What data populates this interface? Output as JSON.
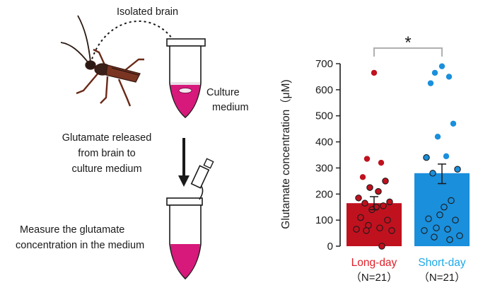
{
  "diagram": {
    "isolated_label": "Isolated brain",
    "culture_label_1": "Culture",
    "culture_label_2": "medium",
    "released_1": "Glutamate released",
    "released_2": "from brain to",
    "released_3": "culture medium",
    "measure_1": "Measure the glutamate",
    "measure_2": "concentration in the medium",
    "colors": {
      "medium": "#d6197a",
      "insect": "#7a3522",
      "arrow": "#1a1a1a"
    }
  },
  "chart_data": {
    "type": "bar",
    "ylabel": "Glutamate concentration（μM)",
    "ylim": [
      0,
      700
    ],
    "yticks": [
      0,
      100,
      200,
      300,
      400,
      500,
      600,
      700
    ],
    "significance": "*",
    "categories": [
      "Long-day",
      "Short-day"
    ],
    "n_labels": [
      "（N=21）",
      "（N=21）"
    ],
    "series": [
      {
        "category": "Long-day",
        "mean": 165,
        "sem_upper": 190,
        "sem_lower": 140,
        "color": "#c0111f",
        "label_color": "#e0202a",
        "points": [
          665,
          335,
          320,
          265,
          250,
          225,
          210,
          185,
          170,
          165,
          155,
          150,
          140,
          110,
          100,
          80,
          70,
          65,
          60,
          60,
          0
        ]
      },
      {
        "category": "Short-day",
        "mean": 280,
        "sem_upper": 315,
        "sem_lower": 240,
        "color": "#1a8fdc",
        "label_color": "#1ea8e6",
        "points": [
          690,
          665,
          650,
          625,
          470,
          420,
          345,
          340,
          295,
          280,
          175,
          150,
          120,
          105,
          100,
          70,
          65,
          60,
          40,
          35,
          25
        ]
      }
    ]
  }
}
